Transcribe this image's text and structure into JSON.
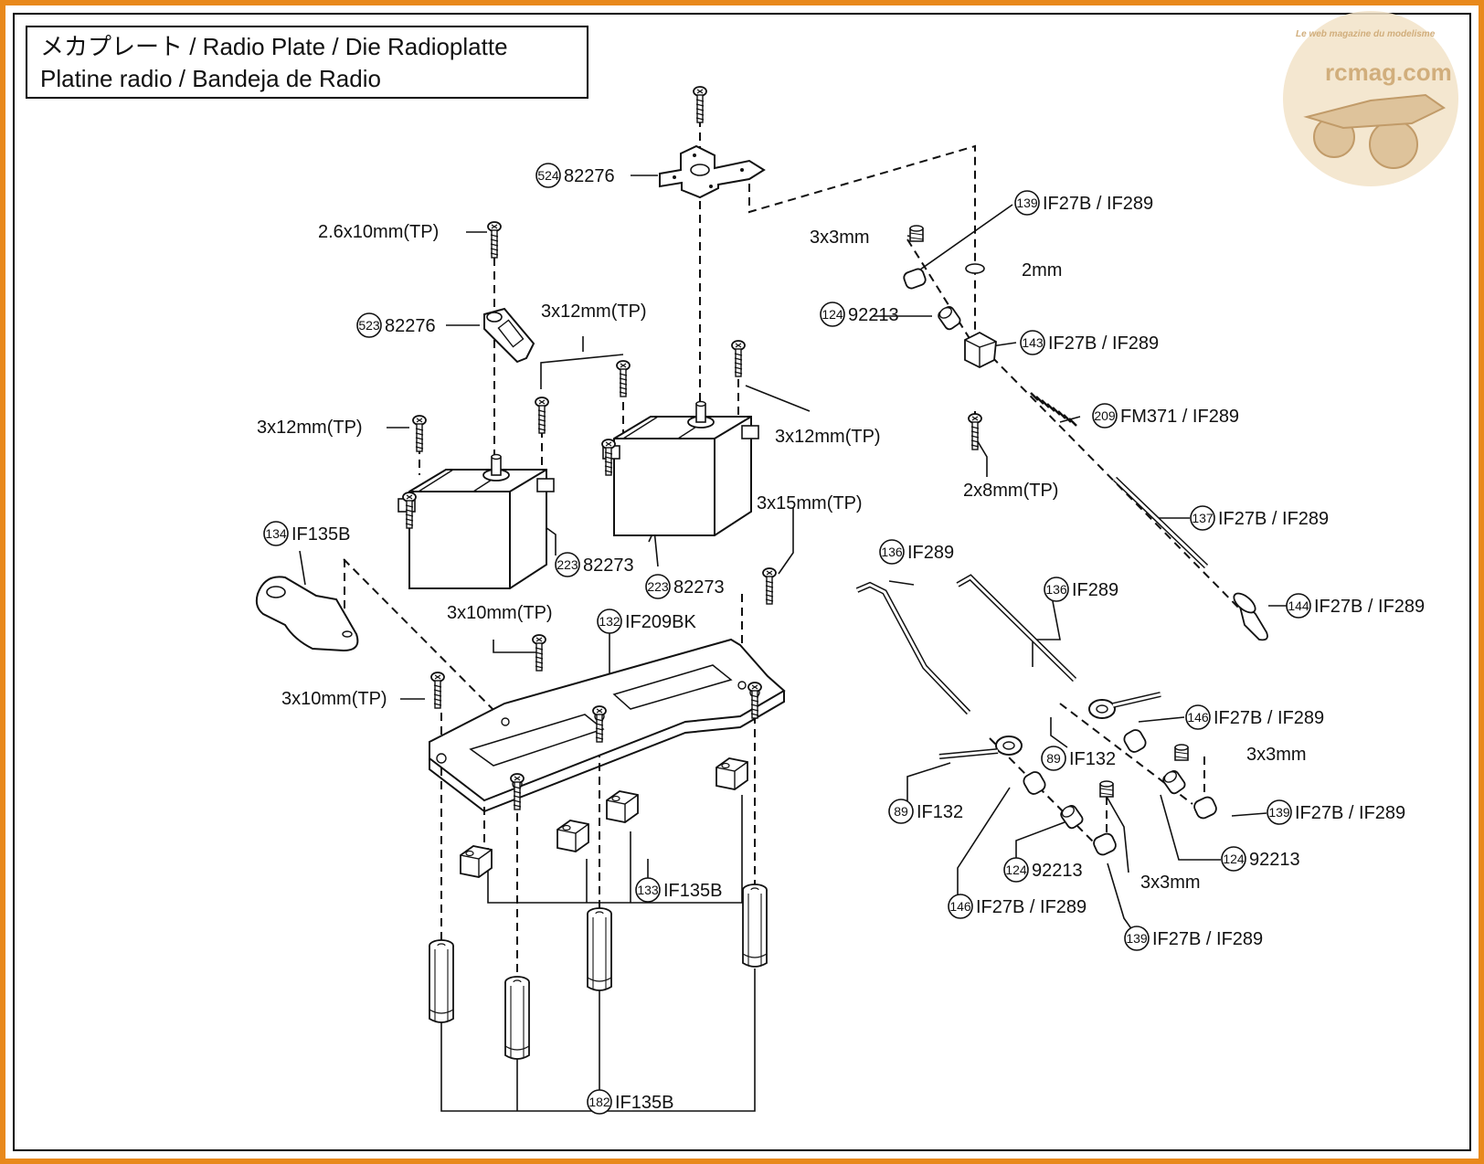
{
  "title": {
    "line1": "メカプレート / Radio Plate / Die Radioplatte",
    "line2": "Platine radio / Bandeja de Radio"
  },
  "watermark": {
    "site": "rcmag.com",
    "tagline": "Le web magazine du modelisme"
  },
  "colors": {
    "frame": "#e8891c",
    "ink": "#111111",
    "watermark": "#d9b98a"
  },
  "labels": {
    "servo_horn_top": {
      "num": "524",
      "text": "82276"
    },
    "servo_horn_left": {
      "num": "523",
      "text": "82276"
    },
    "servo_left": {
      "num": "223",
      "text": "82273"
    },
    "servo_right": {
      "num": "223",
      "text": "82273"
    },
    "bellcrank": {
      "num": "134",
      "text": "IF135B"
    },
    "radio_plate": {
      "num": "132",
      "text": "IF209BK"
    },
    "mounts": {
      "num": "133",
      "text": "IF135B"
    },
    "posts": {
      "num": "182",
      "text": "IF135B"
    },
    "stopper_top": {
      "num": "139",
      "text": "IF27B / IF289"
    },
    "collar_top": {
      "num": "124",
      "text": "92213"
    },
    "block": {
      "num": "143",
      "text": "IF27B / IF289"
    },
    "spring": {
      "num": "209",
      "text": "FM371 / IF289"
    },
    "rod": {
      "num": "137",
      "text": "IF27B / IF289"
    },
    "end": {
      "num": "144",
      "text": "IF27B / IF289"
    },
    "link_left": {
      "num": "136",
      "text": "IF289"
    },
    "link_right": {
      "num": "136",
      "text": "IF289"
    },
    "stopper146_right": {
      "num": "146",
      "text": "IF27B / IF289"
    },
    "stopper139_right": {
      "num": "139",
      "text": "IF27B / IF289"
    },
    "collar_right": {
      "num": "124",
      "text": "92213"
    },
    "if132_upper": {
      "num": "89",
      "text": "IF132"
    },
    "if132_lower": {
      "num": "89",
      "text": "IF132"
    },
    "collar_bottom": {
      "num": "124",
      "text": "92213"
    },
    "stopper146_bottom": {
      "num": "146",
      "text": "IF27B / IF289"
    },
    "stopper139_bottom": {
      "num": "139",
      "text": "IF27B / IF289"
    }
  },
  "screws": {
    "s_2_6x10": "2.6x10mm(TP)",
    "s_3x12_top": "3x12mm(TP)",
    "s_3x12_left": "3x12mm(TP)",
    "s_3x12_right": "3x12mm(TP)",
    "s_3x15": "3x15mm(TP)",
    "s_3x10_mid": "3x10mm(TP)",
    "s_3x10_left": "3x10mm(TP)",
    "s_3x3_top": "3x3mm",
    "s_2mm": "2mm",
    "s_2x8": "2x8mm(TP)",
    "s_3x3_right": "3x3mm",
    "s_3x3_bottom": "3x3mm"
  }
}
